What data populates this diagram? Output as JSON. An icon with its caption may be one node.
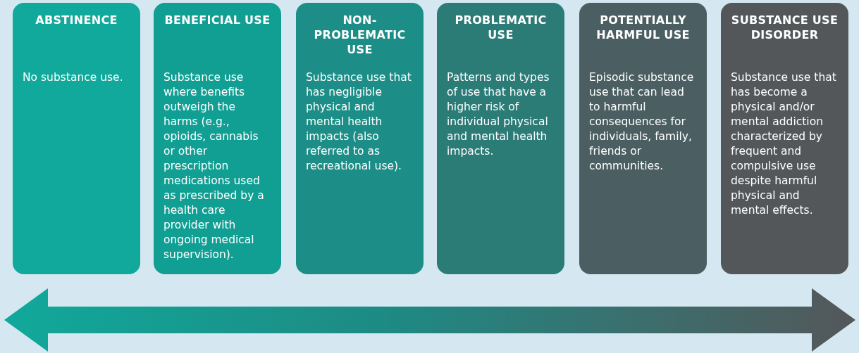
{
  "diagram": {
    "nodes": [
      {
        "text": [
          "ABSTINENCE",
          "No substance use."
        ]
      },
      {
        "text": [
          "BENEFICIAL USE",
          "Substance use where benefits outweigh the harms (e.g., opioids, cannabis or other prescription medications used as prescribed by a health care provider with ongoing medical supervision)."
        ]
      },
      {
        "text": [
          "NON-PROBLEMATIC USE",
          "Substance use that has negligible physical and mental health impacts (also referred to as recreational use)."
        ]
      },
      {
        "text": [
          "PROBLEMATIC USE",
          "Patterns and types of use that have a higher risk of individual physical and mental health impacts."
        ]
      },
      {
        "text": [
          "POTENTIALLY HARMFUL USE",
          "Episodic substance use that can lead to harmful consequences for individuals, family, friends or communities."
        ]
      },
      {
        "text": [
          "SUBSTANCE USE DISORDER",
          "Substance use that has become a physical and/or mental addiction characterized by frequent and compulsive use despite harmful physical and mental effects."
        ]
      }
    ]
  }
}
